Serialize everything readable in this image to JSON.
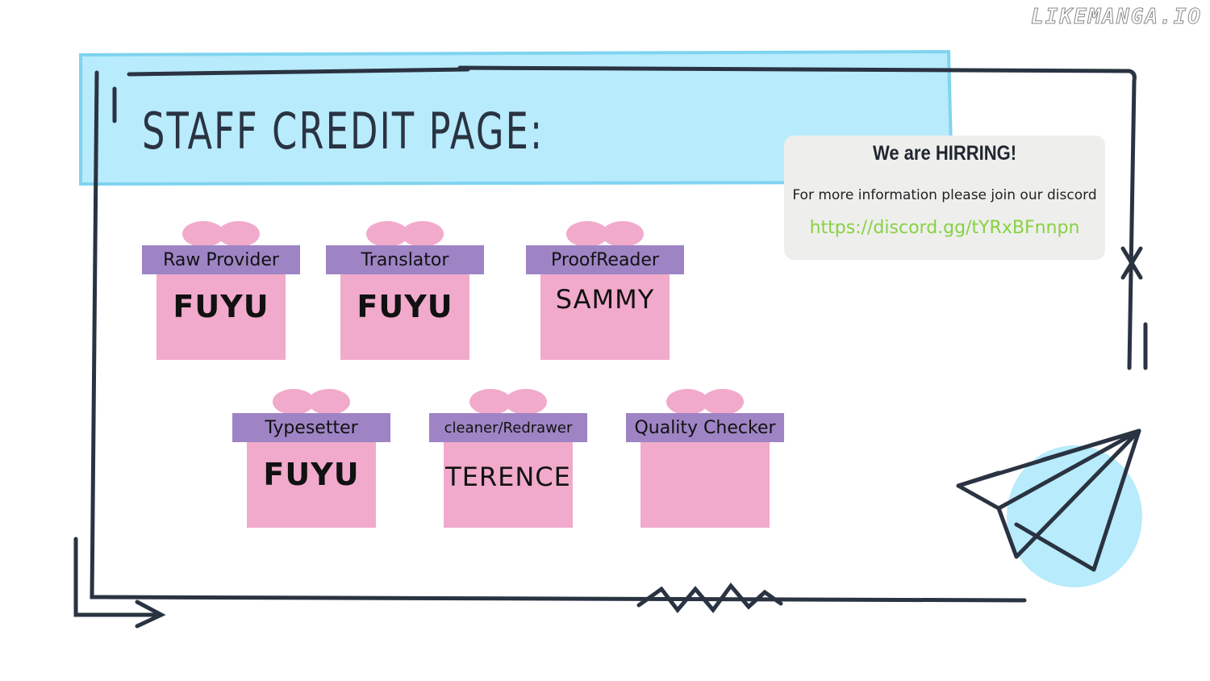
{
  "watermark": "LIKEMANGA.IO",
  "title": "STAFF CREDIT PAGE:",
  "hiring": {
    "heading": "We are HIRRING!",
    "info": "For more information please join our discord",
    "link": "https://discord.gg/tYRxBFnnpn"
  },
  "roles": [
    {
      "role": "Raw Provider",
      "name": "FUYU"
    },
    {
      "role": "Translator",
      "name": "FUYU"
    },
    {
      "role": "ProofReader",
      "name": "SAMMY"
    },
    {
      "role": "Typesetter",
      "name": "FUYU"
    },
    {
      "role": "cleaner/Redrawer",
      "name": "TERENCE"
    },
    {
      "role": "Quality Checker",
      "name": ""
    }
  ],
  "colors": {
    "header_band": "#b8ebfb",
    "frame": "#2a3342",
    "gift_box": "#f1aacb",
    "ribbon": "#9e84c4",
    "bow": "#f1aacb",
    "link": "#88d142",
    "card": "#eeefec",
    "plane": "#b8ebfb"
  },
  "icons": [
    "gift-icon",
    "paper-plane-icon",
    "arrow-icon",
    "zigzag-icon"
  ]
}
